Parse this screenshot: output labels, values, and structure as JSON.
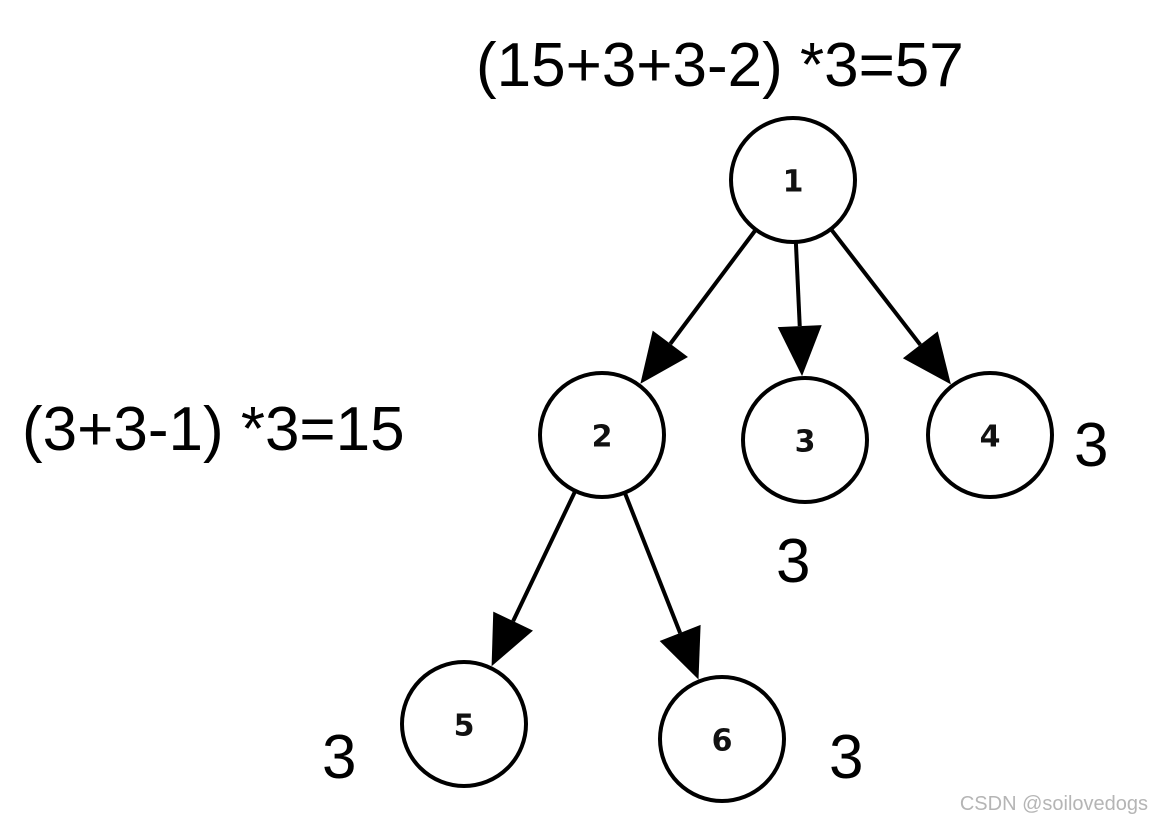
{
  "nodes": [
    {
      "id": "1",
      "label": "1"
    },
    {
      "id": "2",
      "label": "2"
    },
    {
      "id": "3",
      "label": "3"
    },
    {
      "id": "4",
      "label": "4"
    },
    {
      "id": "5",
      "label": "5"
    },
    {
      "id": "6",
      "label": "6"
    }
  ],
  "edges": [
    {
      "from": "1",
      "to": "2"
    },
    {
      "from": "1",
      "to": "3"
    },
    {
      "from": "1",
      "to": "4"
    },
    {
      "from": "2",
      "to": "5"
    },
    {
      "from": "2",
      "to": "6"
    }
  ],
  "annotations": {
    "node1": "(15+3+3-2)  *3=57",
    "node2": "(3+3-1)  *3=15",
    "node3": "3",
    "node4": "3",
    "node5": "3",
    "node6": "3"
  },
  "watermark": "CSDN @soilovedogs",
  "colors": {
    "stroke": "#000000",
    "node_fill": "#ffffff",
    "watermark": "#b5b5b5"
  }
}
